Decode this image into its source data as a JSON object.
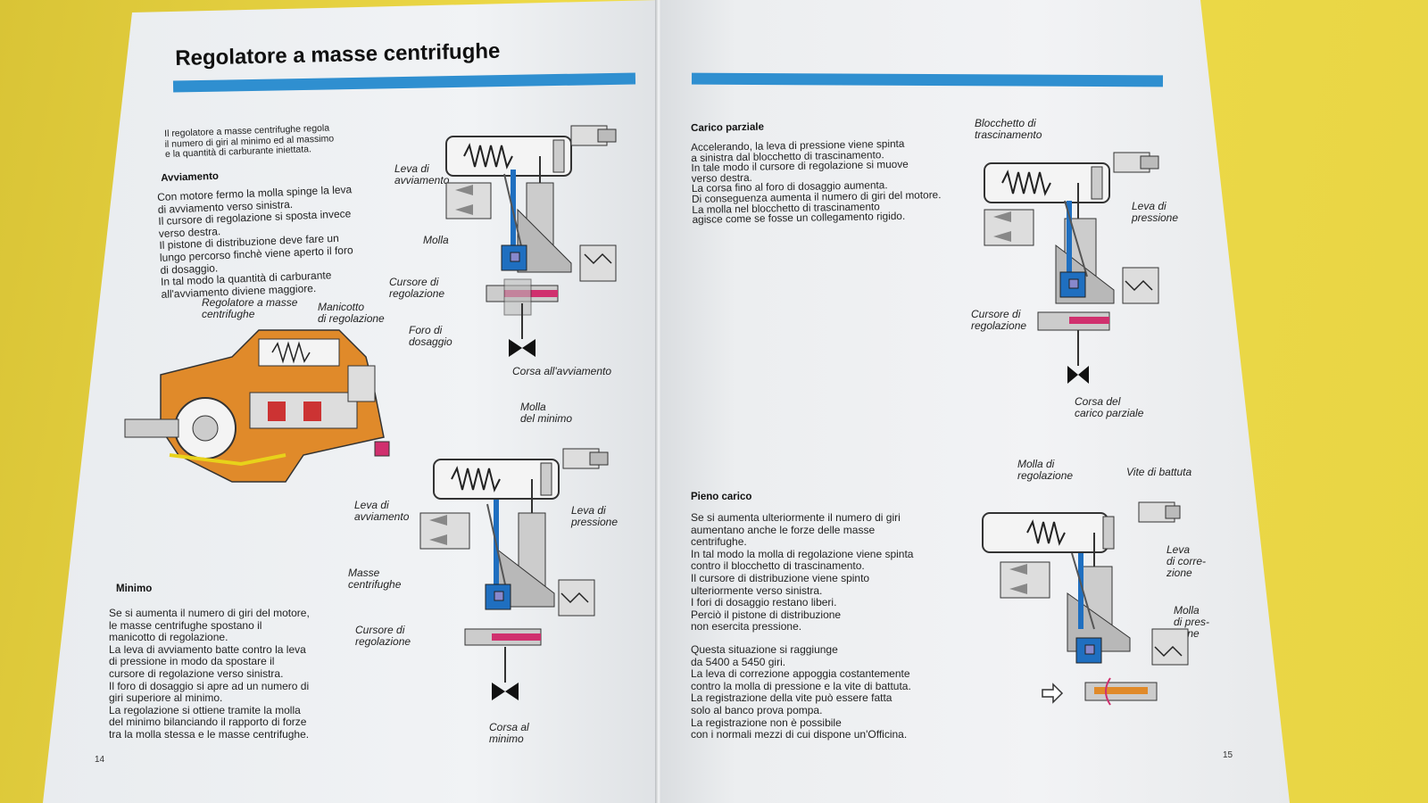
{
  "left_page": {
    "title": "Regolatore a masse centrifughe",
    "intro": "Il regolatore a masse centrifughe regola\nil numero di giri al minimo ed al massimo\ne la quantità di carburante iniettata.",
    "avviamento": {
      "heading": "Avviamento",
      "body": "Con motore fermo la molla spinge la leva\ndi avviamento verso sinistra.\nIl cursore di regolazione si sposta invece\nverso destra.\nIl pistone di distribuzione deve fare un\nlungo percorso finchè viene aperto il foro\ndi dosaggio.\nIn tal modo la quantità di carburante\nall'avviamento diviene maggiore."
    },
    "minimo": {
      "heading": "Minimo",
      "body": "Se si aumenta il numero di giri del motore,\nle masse centrifughe spostano il\nmanicotto di regolazione.\nLa leva di avviamento batte contro la leva\ndi pressione in modo da spostare il\ncursore di regolazione verso sinistra.\nIl foro di dosaggio si apre ad un numero di\ngiri superiore al minimo.\nLa regolazione si ottiene tramite la molla\ndel minimo bilanciando il rapporto di forze\ntra la molla stessa e le masse centrifughe."
    },
    "fig1_labels": {
      "leva_avviamento": "Leva di\navviamento",
      "molla": "Molla",
      "cursore": "Cursore di\nregolazione",
      "foro": "Foro di\ndosaggio",
      "corsa": "Corsa all'avviamento"
    },
    "pump_labels": {
      "regolatore": "Regolatore a masse\ncentrifughe",
      "manicotto": "Manicotto\ndi regolazione"
    },
    "fig2_labels": {
      "molla_minimo": "Molla\ndel minimo",
      "leva_avviamento": "Leva di\navviamento",
      "leva_pressione": "Leva di\npressione",
      "masse": "Masse\ncentrifughe",
      "cursore": "Cursore di\nregolazione",
      "corsa": "Corsa al\nminimo"
    },
    "page_number": "14"
  },
  "right_page": {
    "carico_parziale": {
      "heading": "Carico parziale",
      "body": "Accelerando, la leva di pressione viene spinta\na sinistra dal blocchetto di trascinamento.\nIn tale modo il cursore di regolazione si muove\nverso destra.\nLa corsa fino al foro di dosaggio aumenta.\nDi conseguenza aumenta il numero di giri del motore.\nLa molla nel blocchetto di trascinamento\nagisce come se fosse un collegamento rigido."
    },
    "pieno_carico": {
      "heading": "Pieno carico",
      "body": "Se si aumenta ulteriormente il numero di giri\naumentano anche le forze delle masse\ncentrifughe.\nIn tal modo la molla di regolazione viene spinta\ncontro il blocchetto di trascinamento.\nIl cursore di distribuzione viene spinto\nulteriormente verso sinistra.\nI fori di dosaggio restano liberi.\nPerciò il pistone di distribuzione\nnon esercita pressione.",
      "body2": "Questa situazione si raggiunge\nda 5400 a 5450 giri.\nLa leva di correzione appoggia costantemente\ncontro la molla di pressione e la vite di battuta.\nLa registrazione della vite può essere fatta\nsolo al banco prova pompa.\nLa registrazione non è possibile\ncon i normali mezzi di cui dispone un'Officina."
    },
    "fig3_labels": {
      "blocchetto": "Blocchetto di\ntrascinamento",
      "leva_pressione": "Leva di\npressione",
      "cursore": "Cursore di\nregolazione",
      "corsa": "Corsa del\ncarico parziale"
    },
    "fig4_labels": {
      "molla_regolazione": "Molla di\nregolazione",
      "vite": "Vite di battuta",
      "leva_correzione": "Leva\ndi corre-\nzione",
      "molla_pressione": "Molla\ndi pres-\nsione"
    },
    "page_number": "15"
  },
  "colors": {
    "accent_bar": "#2f8fd0",
    "lever_blue": "#1f6fc0",
    "slider_magenta": "#d0306e",
    "pump_orange": "#e08a2a",
    "background_yellow": "#e3cf3c"
  }
}
